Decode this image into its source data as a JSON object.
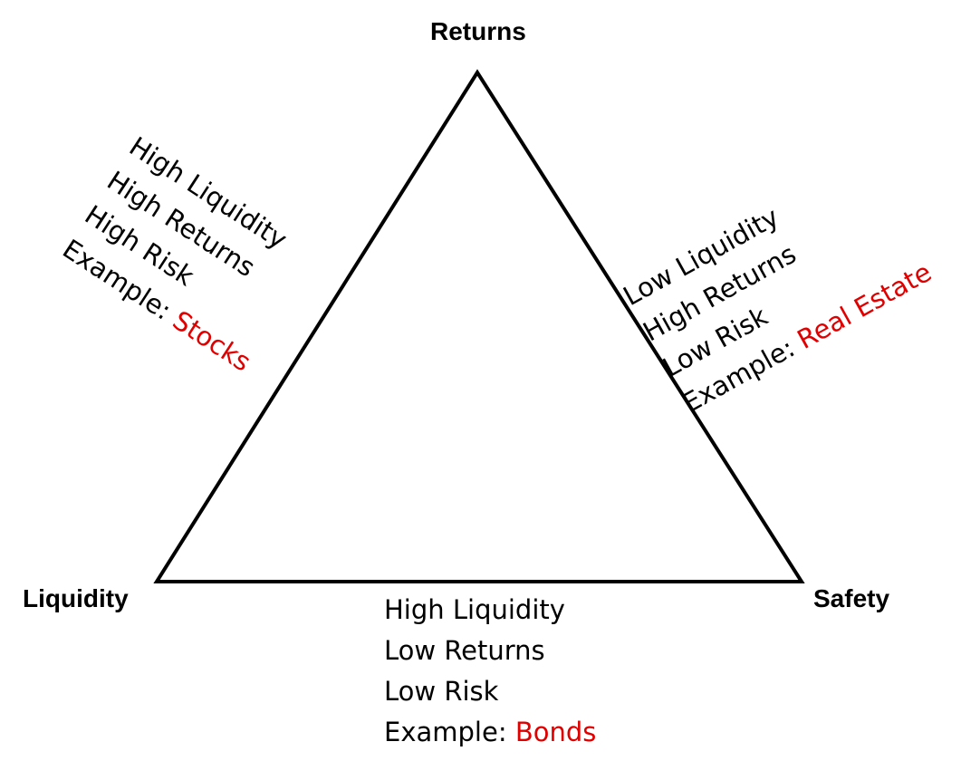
{
  "vertices": {
    "top": "Returns",
    "left": "Liquidity",
    "right": "Safety"
  },
  "sides": {
    "left": {
      "lines": [
        "High Liquidity",
        "High Returns",
        "High Risk"
      ],
      "example_prefix": "Example: ",
      "example": "Stocks"
    },
    "right": {
      "lines": [
        "Low Liquidity",
        "High Returns",
        "Low Risk"
      ],
      "example_prefix": "Example: ",
      "example": "Real Estate"
    },
    "bottom": {
      "lines": [
        "High Liquidity",
        "Low Returns",
        "Low Risk"
      ],
      "example_prefix": "Example: ",
      "example": "Bonds"
    }
  },
  "colors": {
    "outline": "#000000",
    "text": "#000000",
    "example_highlight": "#e00000"
  }
}
